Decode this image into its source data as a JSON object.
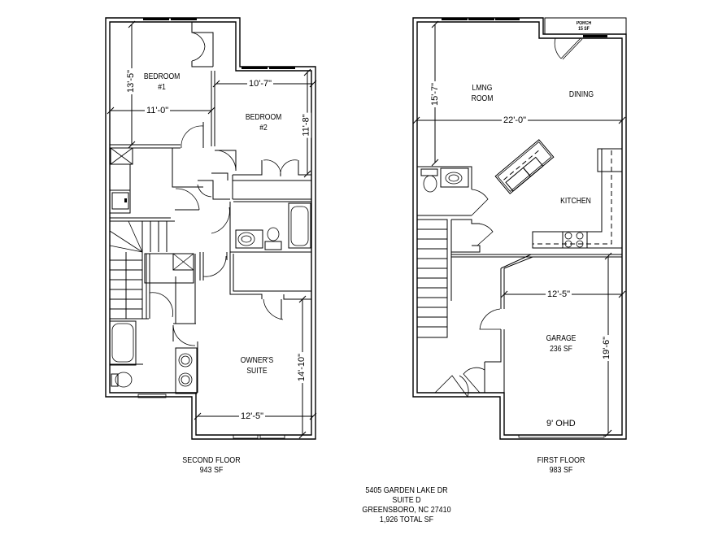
{
  "second_floor": {
    "title": "SECOND FLOOR",
    "area": "943 SF",
    "rooms": {
      "bedroom1": [
        "BEDROOM",
        "#1"
      ],
      "bedroom2": [
        "BEDROOM",
        "#2"
      ],
      "owners_suite": [
        "OWNER'S",
        "SUITE"
      ]
    },
    "dimensions": {
      "bedroom1_height": "13'-5\"",
      "bedroom1_width": "11'-0\"",
      "bedroom2_width": "10'-7\"",
      "bedroom2_height": "11'-8\"",
      "owners_suite_height": "14'-10\"",
      "owners_suite_width": "12'-5\""
    }
  },
  "first_floor": {
    "title": "FIRST FLOOR",
    "area": "983 SF",
    "rooms": {
      "living": [
        "LMNG",
        "ROOM"
      ],
      "dining": "DINING",
      "kitchen": "KITCHEN",
      "garage": [
        "GARAGE",
        "236 SF"
      ],
      "porch": [
        "PORCH",
        "15 SF"
      ]
    },
    "dimensions": {
      "living_height": "15'-7\"",
      "living_width": "22'-0\"",
      "garage_width": "12'-5\"",
      "garage_height": "19'-6\"",
      "garage_door": "9' OHD"
    }
  },
  "address": {
    "line1": "5405 GARDEN LAKE DR",
    "line2": "SUITE D",
    "line3": "GREENSBORO, NC 27410",
    "total": "1,926 TOTAL SF"
  }
}
